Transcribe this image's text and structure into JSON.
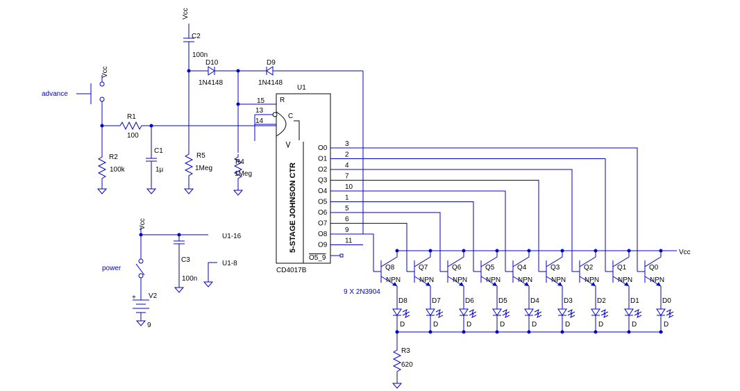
{
  "vcc": "Vcc",
  "input": {
    "advance": "advance",
    "power": "power"
  },
  "parts": {
    "c2": {
      "ref": "C2",
      "value": "100n"
    },
    "d10": {
      "ref": "D10",
      "value": "1N4148"
    },
    "d9": {
      "ref": "D9",
      "value": "1N4148"
    },
    "r1": {
      "ref": "R1",
      "value": "100"
    },
    "r2": {
      "ref": "R2",
      "value": "100k"
    },
    "c1": {
      "ref": "C1",
      "value": "1µ"
    },
    "r5": {
      "ref": "R5",
      "value": "1Meg"
    },
    "r4": {
      "ref": "R4",
      "value": "1Meg"
    },
    "c3": {
      "ref": "C3",
      "value": "100n"
    },
    "v2": {
      "ref": "V2",
      "value": "9"
    },
    "r3": {
      "ref": "R3",
      "value": "620"
    }
  },
  "ic": {
    "ref": "U1",
    "part": "CD4017B",
    "title": "5-STAGE JOHNSON CTR",
    "reset": "R",
    "clock": "C",
    "pins_left": [
      "15",
      "13",
      "14"
    ],
    "outputs": [
      {
        "name": "O0",
        "pin": "3"
      },
      {
        "name": "O1",
        "pin": "2"
      },
      {
        "name": "O2",
        "pin": "4"
      },
      {
        "name": "Q3",
        "pin": "7"
      },
      {
        "name": "O4",
        "pin": "10"
      },
      {
        "name": "O5",
        "pin": "1"
      },
      {
        "name": "O6",
        "pin": "5"
      },
      {
        "name": "O7",
        "pin": "6"
      },
      {
        "name": "O8",
        "pin": "9"
      },
      {
        "name": "O9",
        "pin": "11"
      }
    ],
    "carry": "O5_9"
  },
  "power_nets": {
    "u1_16": "U1-16",
    "u1_8": "U1-8"
  },
  "transistor_note": "9 X 2N3904",
  "transistors": [
    {
      "ref": "Q8",
      "type": "NPN"
    },
    {
      "ref": "Q7",
      "type": "NPN"
    },
    {
      "ref": "Q6",
      "type": "NPN"
    },
    {
      "ref": "Q5",
      "type": "NPN"
    },
    {
      "ref": "Q4",
      "type": "NPN"
    },
    {
      "ref": "Q3",
      "type": "NPN"
    },
    {
      "ref": "Q2",
      "type": "NPN"
    },
    {
      "ref": "Q1",
      "type": "NPN"
    },
    {
      "ref": "Q0",
      "type": "NPN"
    }
  ],
  "leds": [
    {
      "ref": "D8",
      "type": "D"
    },
    {
      "ref": "D7",
      "type": "D"
    },
    {
      "ref": "D6",
      "type": "D"
    },
    {
      "ref": "D5",
      "type": "D"
    },
    {
      "ref": "D4",
      "type": "D"
    },
    {
      "ref": "D3",
      "type": "D"
    },
    {
      "ref": "D2",
      "type": "D"
    },
    {
      "ref": "D1",
      "type": "D"
    },
    {
      "ref": "D0",
      "type": "D"
    }
  ]
}
